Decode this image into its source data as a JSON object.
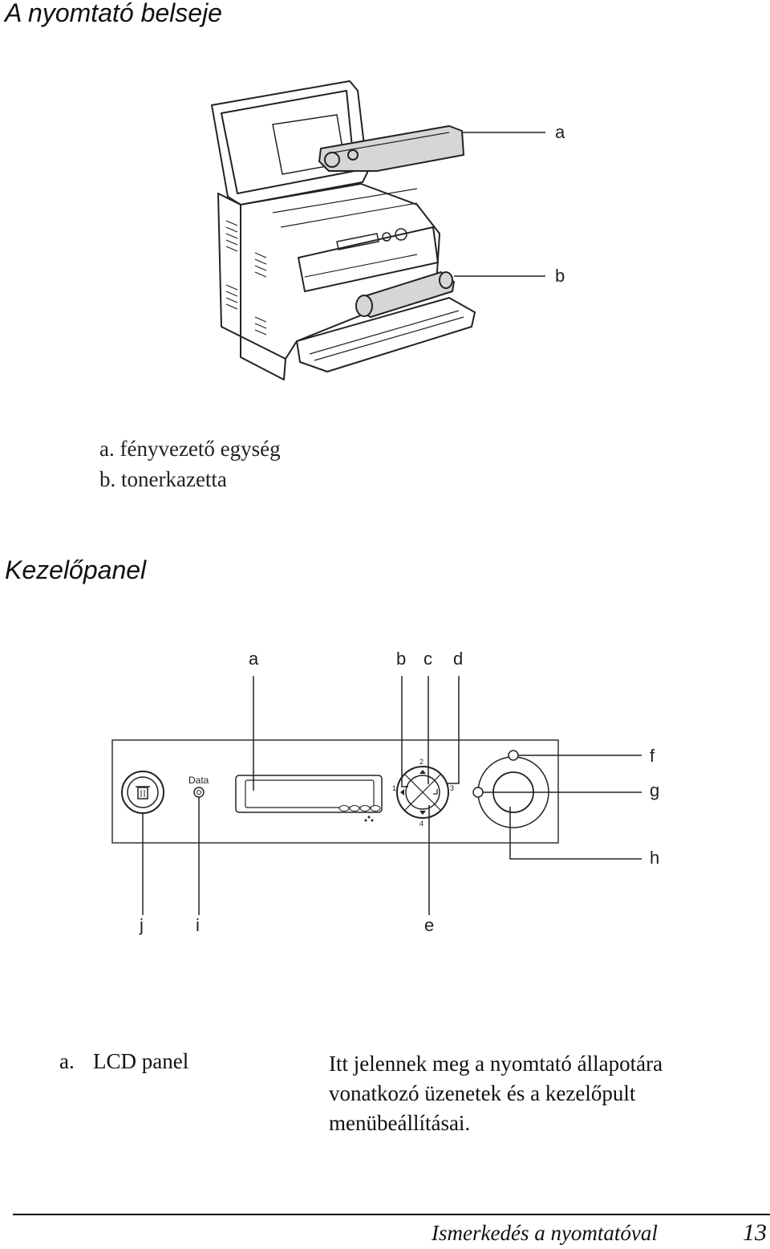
{
  "section1": {
    "title": "A nyomtató belseje",
    "callouts": [
      "a",
      "b"
    ],
    "legend": [
      "a. fényvezető egység",
      "b. tonerkazetta"
    ]
  },
  "section2": {
    "title": "Kezelőpanel",
    "callouts": [
      "a",
      "b",
      "c",
      "d",
      "e",
      "f",
      "g",
      "h",
      "i",
      "j"
    ],
    "panel_labels": {
      "data_led": "Data",
      "key_up": "2",
      "key_left": "1",
      "key_right": "3",
      "key_down": "4"
    }
  },
  "definitions": [
    {
      "letter": "a.",
      "term": "LCD panel",
      "text": "Itt jelennek meg a nyomtató állapotára vonatkozó üzenetek és a kezelőpult menübeállításai."
    }
  ],
  "footer": {
    "title": "Ismerkedés a nyomtatóval",
    "page": "13"
  }
}
